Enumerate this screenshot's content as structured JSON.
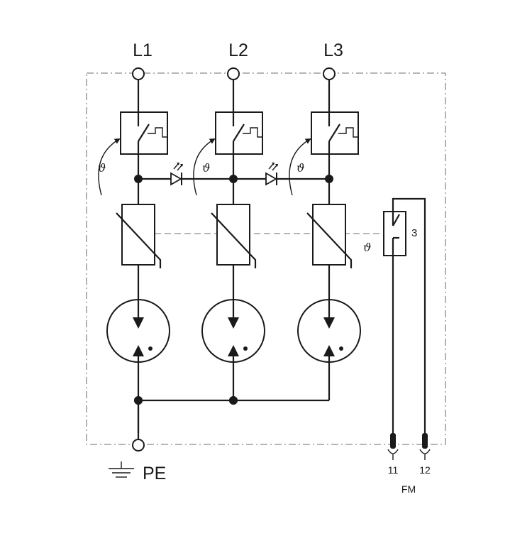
{
  "diagram": {
    "lines": [
      "L1",
      "L2",
      "L3"
    ],
    "ground_label": "PE",
    "fm_terminals": [
      "11",
      "12"
    ],
    "fm_label": "FM",
    "fm_contact_number": "3",
    "thermal_symbol": "ϑ"
  }
}
